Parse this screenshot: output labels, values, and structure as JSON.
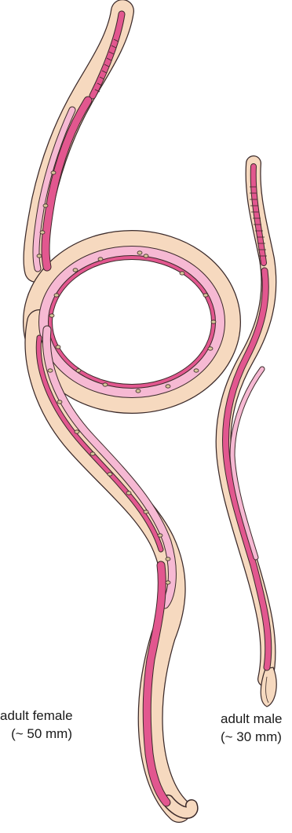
{
  "labels": {
    "female": {
      "line1": "adult female",
      "line2": "(~ 50 mm)"
    },
    "male": {
      "line1": "adult male",
      "line2": "(~ 30 mm)"
    }
  },
  "colors": {
    "body": "#f6d9bf",
    "outline": "#3b2a2a",
    "gut": "#e2578f",
    "uterus": "#f6b9d3",
    "egg": "#d8c79b",
    "background": "#ffffff"
  }
}
